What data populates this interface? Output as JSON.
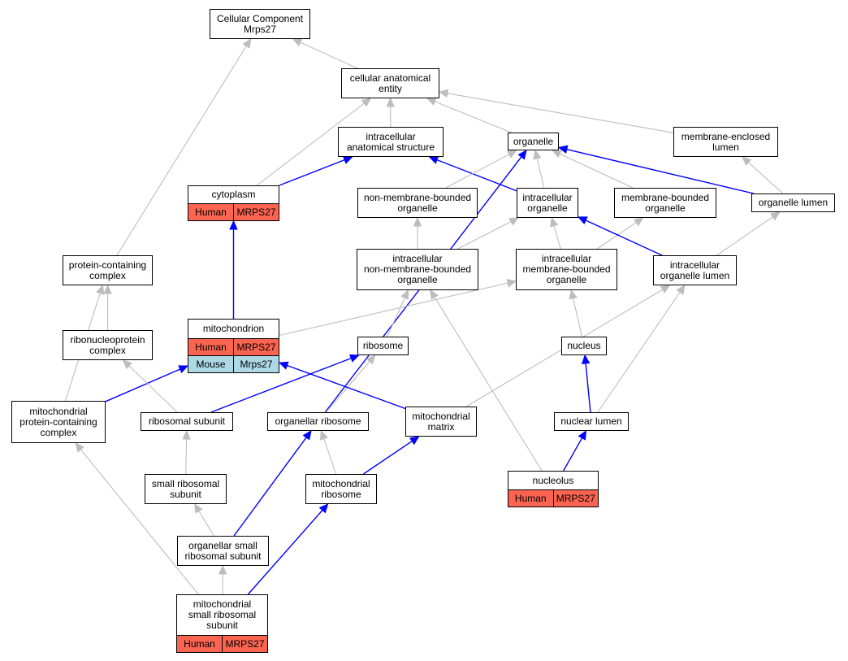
{
  "colors": {
    "human_row": "#fa6450",
    "mouse_row": "#add8e6",
    "edge_grey": "#bdbdbd",
    "edge_blue": "#0000ff"
  },
  "nodes": {
    "cellular_component": "Cellular Component\nMrps27",
    "cellular_anatomical_entity": "cellular anatomical\nentity",
    "intracellular_anatomical_structure": "intracellular\nanatomical structure",
    "organelle": "organelle",
    "membrane_enclosed_lumen": "membrane-enclosed\nlumen",
    "cytoplasm": "cytoplasm",
    "non_membrane_bounded_organelle": "non-membrane-bounded\norganelle",
    "intracellular_organelle": "intracellular\norganelle",
    "membrane_bounded_organelle": "membrane-bounded\norganelle",
    "organelle_lumen": "organelle lumen",
    "protein_containing_complex": "protein-containing\ncomplex",
    "intracellular_non_membrane_bounded_organelle": "intracellular\nnon-membrane-bounded\norganelle",
    "intracellular_membrane_bounded_organelle": "intracellular\nmembrane-bounded\norganelle",
    "intracellular_organelle_lumen": "intracellular\norganelle lumen",
    "mitochondrion": "mitochondrion",
    "ribonucleoprotein_complex": "ribonucleoprotein\ncomplex",
    "ribosome": "ribosome",
    "nucleus": "nucleus",
    "mitochondrial_protein_containing_complex": "mitochondrial\nprotein-containing\ncomplex",
    "ribosomal_subunit": "ribosomal subunit",
    "organellar_ribosome": "organellar ribosome",
    "mitochondrial_matrix": "mitochondrial\nmatrix",
    "nuclear_lumen": "nuclear lumen",
    "small_ribosomal_subunit": "small ribosomal\nsubunit",
    "mitochondrial_ribosome": "mitochondrial\nribosome",
    "nucleolus": "nucleolus",
    "organellar_small_ribosomal_subunit": "organellar small\nribosomal subunit",
    "mitochondrial_small_ribosomal_subunit": "mitochondrial\nsmall ribosomal\nsubunit"
  },
  "annotations": {
    "cytoplasm": [
      {
        "species": "Human",
        "gene": "MRPS27"
      }
    ],
    "mitochondrion": [
      {
        "species": "Human",
        "gene": "MRPS27"
      },
      {
        "species": "Mouse",
        "gene": "Mrps27"
      }
    ],
    "nucleolus": [
      {
        "species": "Human",
        "gene": "MRPS27"
      }
    ],
    "mitochondrial_small_ribosomal_subunit": [
      {
        "species": "Human",
        "gene": "MRPS27"
      }
    ]
  },
  "edges": [
    {
      "from": "cellular_anatomical_entity",
      "to": "cellular_component",
      "kind": "grey"
    },
    {
      "from": "protein_containing_complex",
      "to": "cellular_component",
      "kind": "grey"
    },
    {
      "from": "intracellular_anatomical_structure",
      "to": "cellular_anatomical_entity",
      "kind": "grey"
    },
    {
      "from": "organelle",
      "to": "cellular_anatomical_entity",
      "kind": "grey"
    },
    {
      "from": "membrane_enclosed_lumen",
      "to": "cellular_anatomical_entity",
      "kind": "grey"
    },
    {
      "from": "cytoplasm",
      "to": "cellular_anatomical_entity",
      "kind": "grey"
    },
    {
      "from": "cytoplasm",
      "to": "intracellular_anatomical_structure",
      "kind": "blue"
    },
    {
      "from": "intracellular_organelle",
      "to": "intracellular_anatomical_structure",
      "kind": "blue"
    },
    {
      "from": "intracellular_organelle",
      "to": "organelle",
      "kind": "grey"
    },
    {
      "from": "non_membrane_bounded_organelle",
      "to": "organelle",
      "kind": "grey"
    },
    {
      "from": "membrane_bounded_organelle",
      "to": "organelle",
      "kind": "grey"
    },
    {
      "from": "organelle_lumen",
      "to": "organelle",
      "kind": "blue"
    },
    {
      "from": "organelle_lumen",
      "to": "membrane_enclosed_lumen",
      "kind": "grey"
    },
    {
      "from": "organellar_ribosome",
      "to": "organelle",
      "kind": "blue"
    },
    {
      "from": "intracellular_non_membrane_bounded_organelle",
      "to": "non_membrane_bounded_organelle",
      "kind": "grey"
    },
    {
      "from": "intracellular_non_membrane_bounded_organelle",
      "to": "intracellular_organelle",
      "kind": "grey"
    },
    {
      "from": "intracellular_membrane_bounded_organelle",
      "to": "intracellular_organelle",
      "kind": "grey"
    },
    {
      "from": "intracellular_membrane_bounded_organelle",
      "to": "membrane_bounded_organelle",
      "kind": "grey"
    },
    {
      "from": "intracellular_organelle_lumen",
      "to": "intracellular_organelle",
      "kind": "blue"
    },
    {
      "from": "intracellular_organelle_lumen",
      "to": "organelle_lumen",
      "kind": "grey"
    },
    {
      "from": "mitochondrion",
      "to": "cytoplasm",
      "kind": "blue"
    },
    {
      "from": "mitochondrion",
      "to": "intracellular_membrane_bounded_organelle",
      "kind": "grey"
    },
    {
      "from": "ribosome",
      "to": "intracellular_non_membrane_bounded_organelle",
      "kind": "grey"
    },
    {
      "from": "nucleus",
      "to": "intracellular_membrane_bounded_organelle",
      "kind": "grey"
    },
    {
      "from": "ribonucleoprotein_complex",
      "to": "protein_containing_complex",
      "kind": "grey"
    },
    {
      "from": "mitochondrial_protein_containing_complex",
      "to": "protein_containing_complex",
      "kind": "grey"
    },
    {
      "from": "mitochondrial_protein_containing_complex",
      "to": "mitochondrion",
      "kind": "blue"
    },
    {
      "from": "ribosomal_subunit",
      "to": "ribonucleoprotein_complex",
      "kind": "grey"
    },
    {
      "from": "ribosomal_subunit",
      "to": "ribosome",
      "kind": "blue"
    },
    {
      "from": "organellar_ribosome",
      "to": "ribosome",
      "kind": "grey"
    },
    {
      "from": "mitochondrial_matrix",
      "to": "mitochondrion",
      "kind": "blue"
    },
    {
      "from": "mitochondrial_matrix",
      "to": "intracellular_organelle_lumen",
      "kind": "grey"
    },
    {
      "from": "nuclear_lumen",
      "to": "nucleus",
      "kind": "blue"
    },
    {
      "from": "nuclear_lumen",
      "to": "intracellular_organelle_lumen",
      "kind": "grey"
    },
    {
      "from": "nucleolus",
      "to": "nuclear_lumen",
      "kind": "blue"
    },
    {
      "from": "nucleolus",
      "to": "intracellular_non_membrane_bounded_organelle",
      "kind": "grey"
    },
    {
      "from": "small_ribosomal_subunit",
      "to": "ribosomal_subunit",
      "kind": "grey"
    },
    {
      "from": "mitochondrial_ribosome",
      "to": "organellar_ribosome",
      "kind": "grey"
    },
    {
      "from": "mitochondrial_ribosome",
      "to": "mitochondrial_matrix",
      "kind": "blue"
    },
    {
      "from": "organellar_small_ribosomal_subunit",
      "to": "small_ribosomal_subunit",
      "kind": "grey"
    },
    {
      "from": "organellar_small_ribosomal_subunit",
      "to": "organellar_ribosome",
      "kind": "blue"
    },
    {
      "from": "mitochondrial_small_ribosomal_subunit",
      "to": "organellar_small_ribosomal_subunit",
      "kind": "grey"
    },
    {
      "from": "mitochondrial_small_ribosomal_subunit",
      "to": "mitochondrial_ribosome",
      "kind": "blue"
    },
    {
      "from": "mitochondrial_small_ribosomal_subunit",
      "to": "mitochondrial_protein_containing_complex",
      "kind": "grey"
    }
  ]
}
